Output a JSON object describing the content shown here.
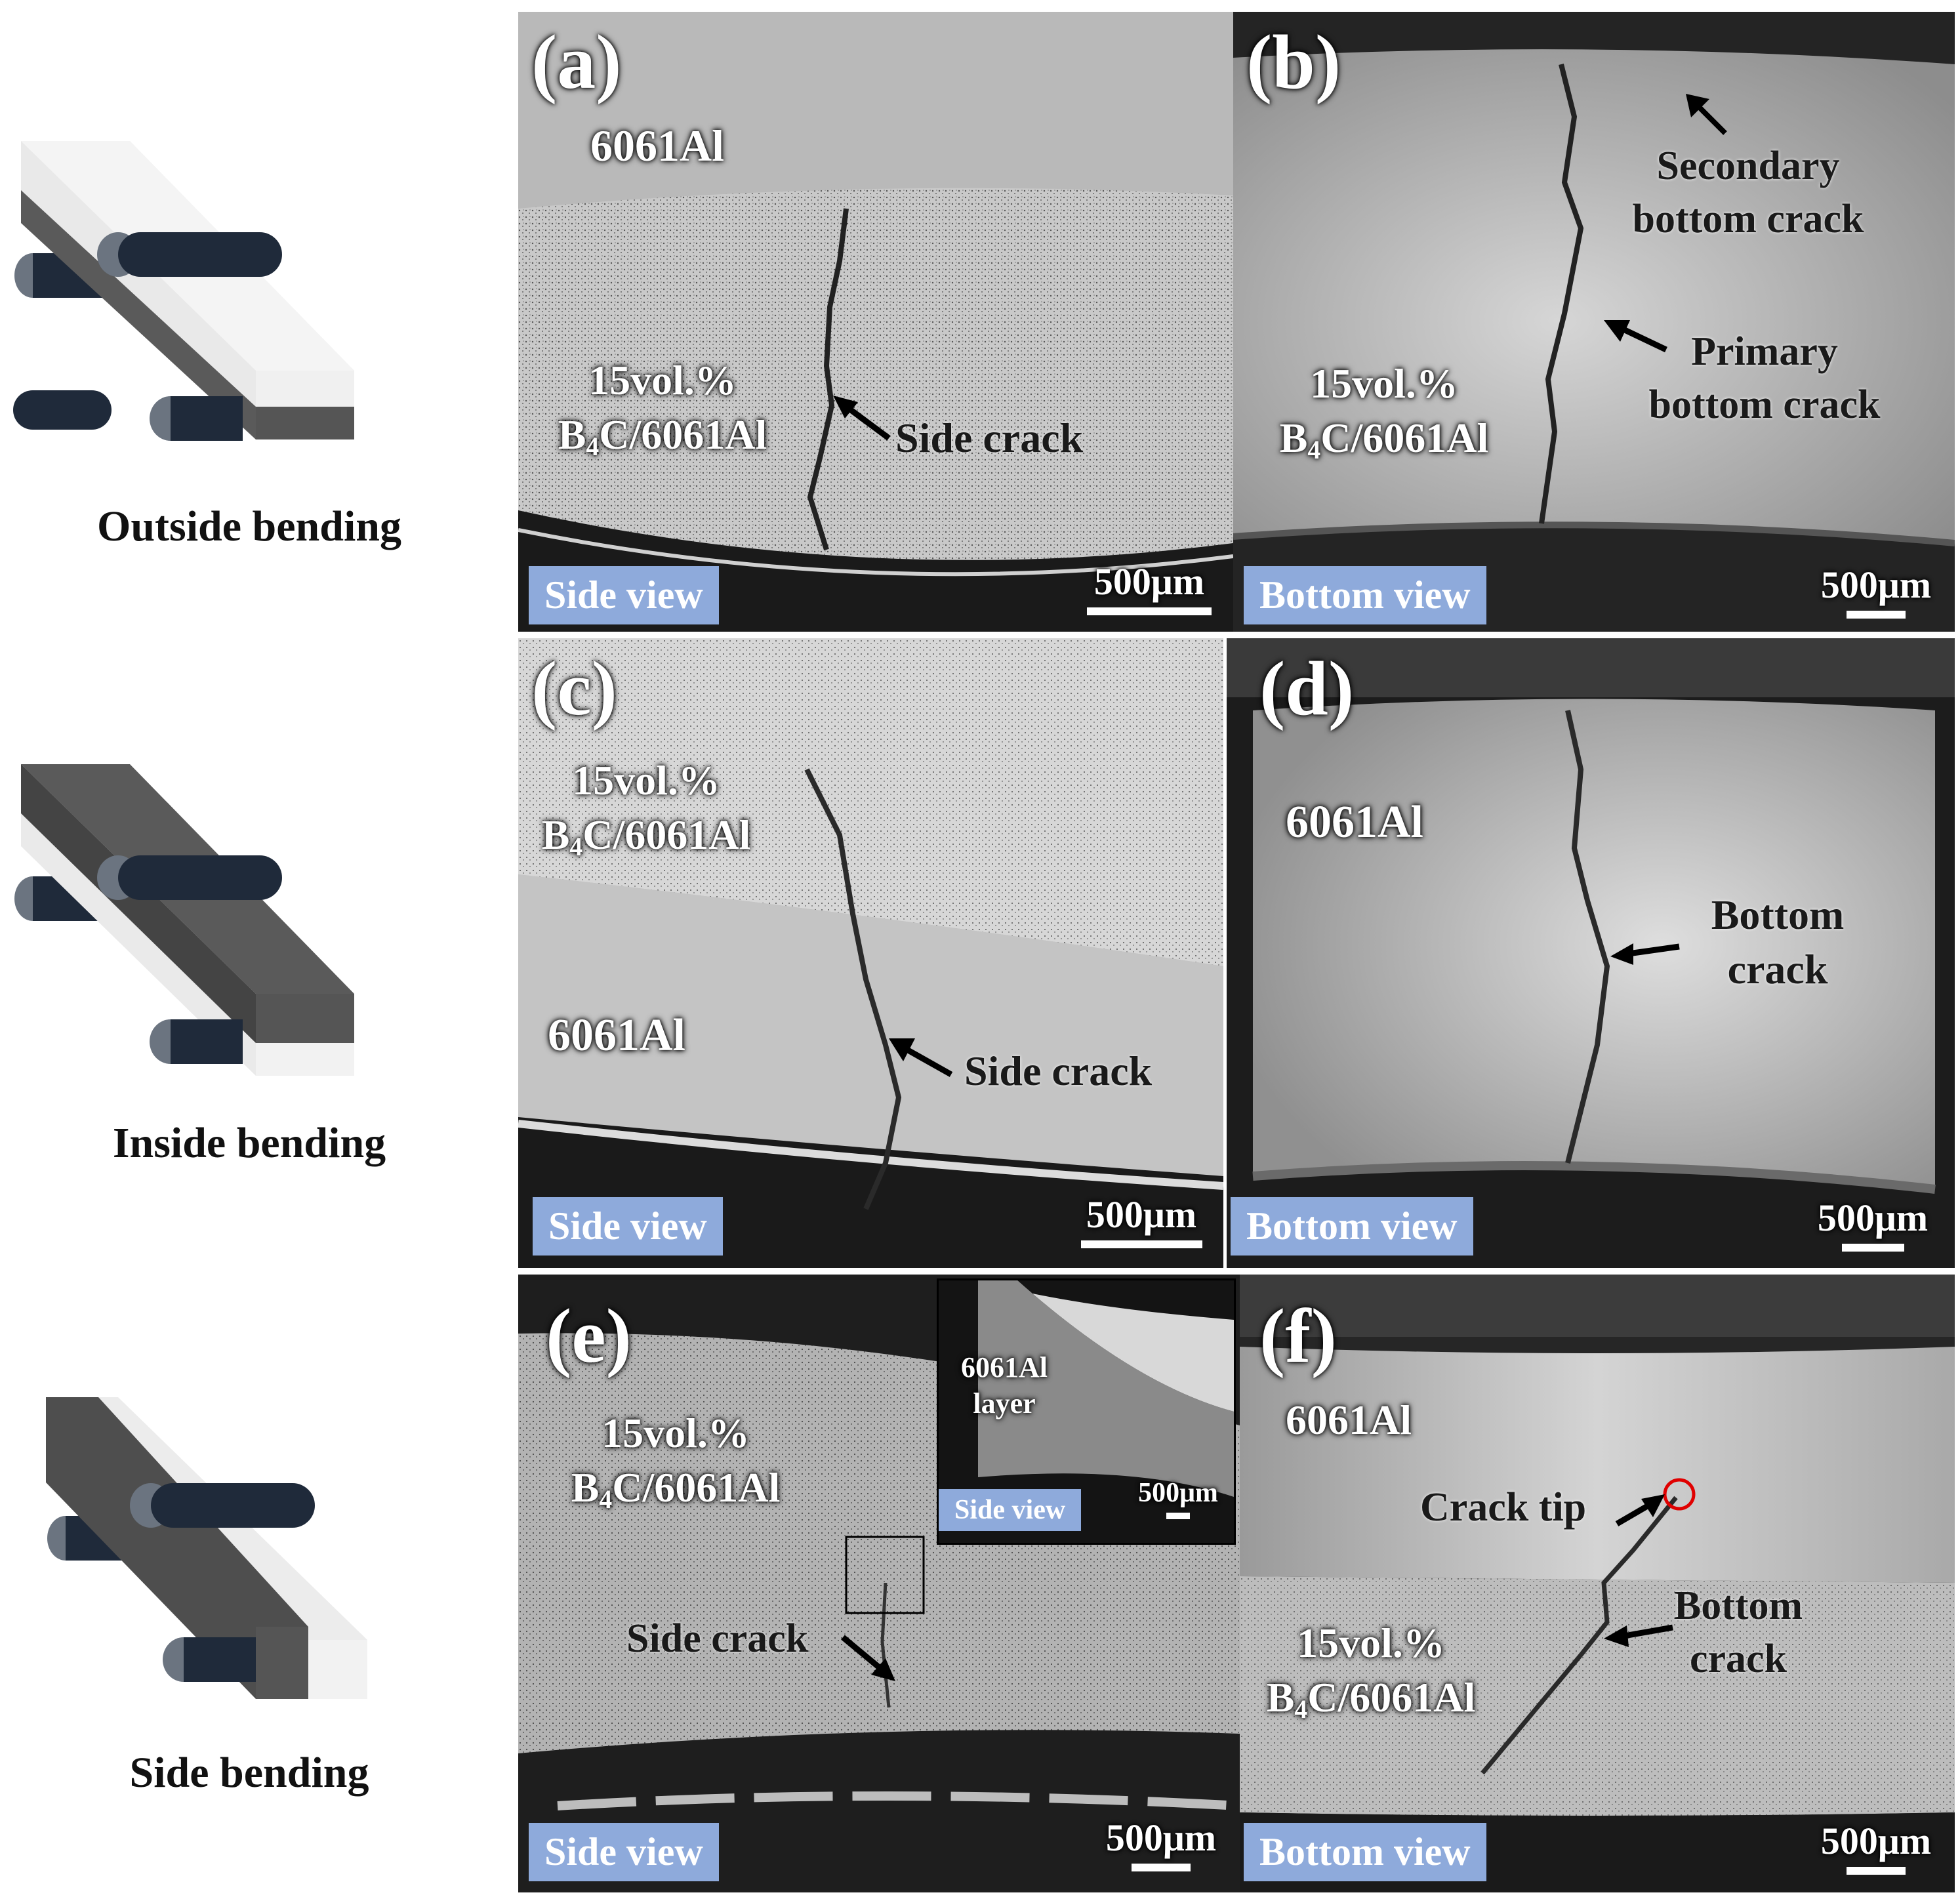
{
  "schematics": [
    {
      "label": "Outside bending"
    },
    {
      "label": "Inside bending"
    },
    {
      "label": "Side bending"
    }
  ],
  "panels": {
    "a": {
      "label": "(a)",
      "material_top": "6061Al",
      "material_line1": "15vol.%",
      "material_line2_pre": "B",
      "material_line2_sub": "4",
      "material_line2_post": "C/6061Al",
      "annotation": "Side crack",
      "view": "Side view",
      "scale": "500μm"
    },
    "b": {
      "label": "(b)",
      "annotation_secondary_1": "Secondary",
      "annotation_secondary_2": "bottom crack",
      "annotation_primary_1": "Primary",
      "annotation_primary_2": "bottom crack",
      "material_line1": "15vol.%",
      "material_line2_pre": "B",
      "material_line2_sub": "4",
      "material_line2_post": "C/6061Al",
      "view": "Bottom view",
      "scale": "500μm"
    },
    "c": {
      "label": "(c)",
      "material_line1": "15vol.%",
      "material_line2_pre": "B",
      "material_line2_sub": "4",
      "material_line2_post": "C/6061Al",
      "material_bottom": "6061Al",
      "annotation": "Side crack",
      "view": "Side view",
      "scale": "500μm"
    },
    "d": {
      "label": "(d)",
      "material": "6061Al",
      "annotation_1": "Bottom",
      "annotation_2": "crack",
      "view": "Bottom view",
      "scale": "500μm"
    },
    "e": {
      "label": "(e)",
      "material_line1": "15vol.%",
      "material_line2_pre": "B",
      "material_line2_sub": "4",
      "material_line2_post": "C/6061Al",
      "annotation": "Side crack",
      "inset_label_1": "6061Al",
      "inset_label_2": "layer",
      "inset_view": "Side view",
      "inset_scale": "500μm",
      "view": "Side view",
      "scale": "500μm"
    },
    "f": {
      "label": "(f)",
      "material_top": "6061Al",
      "annotation_tip": "Crack tip",
      "annotation_1": "Bottom",
      "annotation_2": "crack",
      "material_line1": "15vol.%",
      "material_line2_pre": "B",
      "material_line2_sub": "4",
      "material_line2_post": "C/6061Al",
      "view": "Bottom view",
      "scale": "500μm"
    }
  },
  "colors": {
    "view_label_bg": "#8eaadb",
    "crack_tip_circle": "#e00000",
    "rod": "#1f2a3a"
  }
}
